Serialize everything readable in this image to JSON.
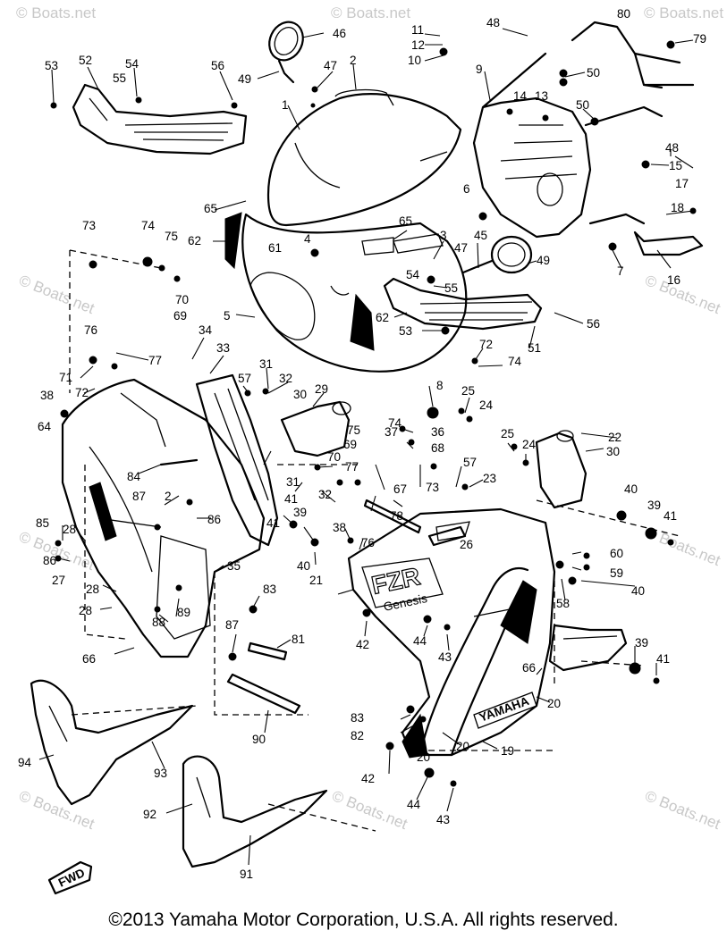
{
  "watermarks": {
    "text": "© Boats.net"
  },
  "callouts": {
    "c1": "1",
    "c2": "2",
    "c3": "3",
    "c4": "4",
    "c5": "5",
    "c6": "6",
    "c7": "7",
    "c8": "8",
    "c9": "9",
    "c10": "10",
    "c11": "11",
    "c12": "12",
    "c13": "13",
    "c14": "14",
    "c15": "15",
    "c16": "16",
    "c17": "17",
    "c18": "18",
    "c19": "19",
    "c20": "20",
    "c21": "21",
    "c22": "22",
    "c23": "23",
    "c24": "24",
    "c25": "25",
    "c26": "26",
    "c27": "27",
    "c28": "28",
    "c29": "29",
    "c30": "30",
    "c31": "31",
    "c32": "32",
    "c33": "33",
    "c34": "34",
    "c35": "35",
    "c36": "36",
    "c37": "37",
    "c38": "38",
    "c39": "39",
    "c40": "40",
    "c41": "41",
    "c42": "42",
    "c43": "43",
    "c44": "44",
    "c45": "45",
    "c46": "46",
    "c47": "47",
    "c48": "48",
    "c49": "49",
    "c50": "50",
    "c51": "51",
    "c52": "52",
    "c53": "53",
    "c54": "54",
    "c55": "55",
    "c56": "56",
    "c57": "57",
    "c58": "58",
    "c59": "59",
    "c60": "60",
    "c61": "61",
    "c62": "62",
    "c64": "64",
    "c65": "65",
    "c66": "66",
    "c67": "67",
    "c68": "68",
    "c69": "69",
    "c70": "70",
    "c71": "71",
    "c72": "72",
    "c73": "73",
    "c74": "74",
    "c75": "75",
    "c76": "76",
    "c77": "77",
    "c78": "78",
    "c79": "79",
    "c80": "80",
    "c81": "81",
    "c82": "82",
    "c83": "83",
    "c84": "84",
    "c85": "85",
    "c86": "86",
    "c87": "87",
    "c88": "88",
    "c89": "89",
    "c90": "90",
    "c91": "91",
    "c92": "92",
    "c93": "93",
    "c94": "94"
  },
  "decals": {
    "fzr": "FZR",
    "yamaha": "YAMAHA",
    "genesis": "Genesis",
    "front_arrow": "FWD"
  },
  "copyright": "©2013 Yamaha Motor Corporation, U.S.A. All rights reserved."
}
